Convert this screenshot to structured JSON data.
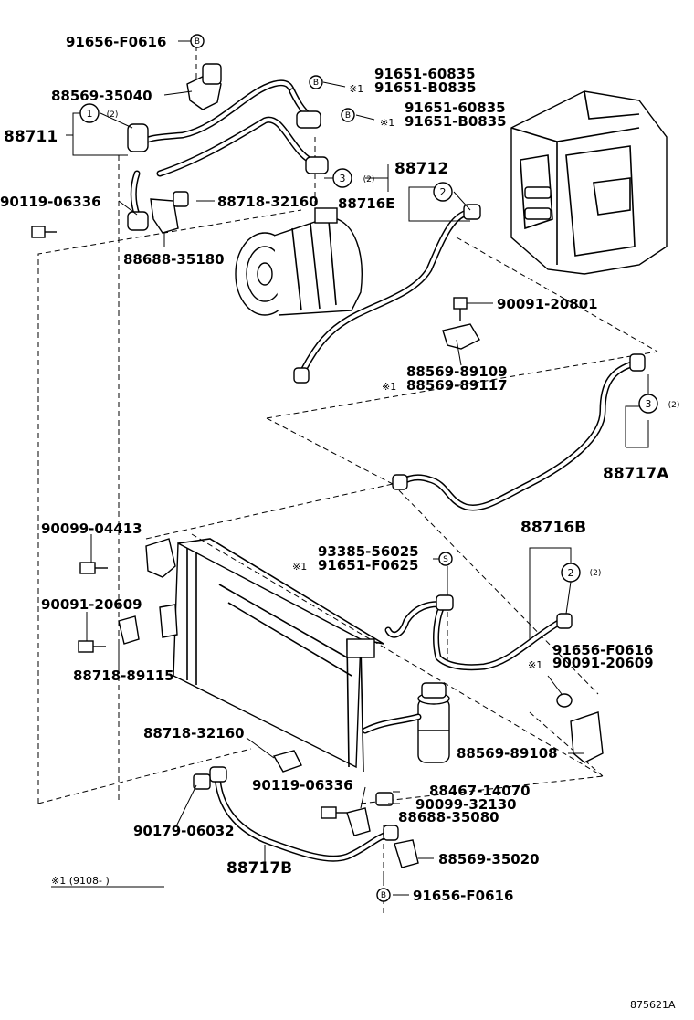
{
  "parts": {
    "p_91656_f0616_top": "91656-F0616",
    "p_88569_35040": "88569-35040",
    "p_88711": "88711",
    "p_91651_60835_a": "91651-60835",
    "p_91651_b0835_a": "91651-B0835",
    "p_91651_60835_b": "91651-60835",
    "p_91651_b0835_b": "91651-B0835",
    "p_88712": "88712",
    "p_90119_06336_top": "90119-06336",
    "p_88718_32160_top": "88718-32160",
    "p_88716e": "88716E",
    "p_88688_35180": "88688-35180",
    "p_90091_20801": "90091-20801",
    "p_88569_89109": "88569-89109",
    "p_88569_89117": "88569-89117",
    "p_88717a": "88717A",
    "p_90099_04413": "90099-04413",
    "p_88716b": "88716B",
    "p_93385_56025": "93385-56025",
    "p_91651_f0625": "91651-F0625",
    "p_90091_20609_left": "90091-20609",
    "p_91656_f0616_right": "91656-F0616",
    "p_90091_20609_right": "90091-20609",
    "p_88718_89115": "88718-89115",
    "p_88718_32160_bottom": "88718-32160",
    "p_88569_89108": "88569-89108",
    "p_90119_06336_bottom": "90119-06336",
    "p_88467_14070": "88467-14070",
    "p_90099_32130": "90099-32130",
    "p_88688_35080": "88688-35080",
    "p_90179_06032": "90179-06032",
    "p_88569_35020": "88569-35020",
    "p_88717b": "88717B",
    "p_91656_f0616_bottom": "91656-F0616"
  },
  "markers": {
    "star1": "※1",
    "circle_1": "1",
    "circle_2": "2",
    "circle_3": "3",
    "qty_2": "(2)",
    "letter_b": "B",
    "letter_s": "S"
  },
  "footnote": "※1 (9108-        )",
  "diagram_id": "875621A",
  "colors": {
    "ink": "#000000",
    "paper": "#ffffff"
  }
}
